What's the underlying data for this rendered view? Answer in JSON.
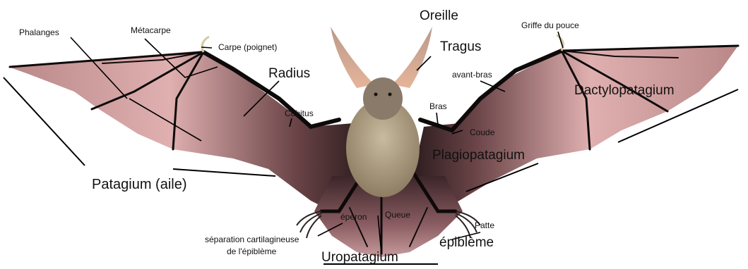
{
  "labels": {
    "phalanges": "Phalanges",
    "metacarpe": "Métacarpe",
    "carpe": "Carpe (poignet)",
    "oreille": "Oreille",
    "tragus": "Tragus",
    "griffe_pouce": "Griffe du pouce",
    "radius": "Radius",
    "avant_bras": "avant-bras",
    "cubitus": "Cubitus",
    "bras": "Bras",
    "dactylopatagium": "Dactylopatagium",
    "coude": "Coude",
    "plagiopatagium": "Plagiopatagium",
    "patagium_aile": "Patagium (aile)",
    "eperon": "éperon",
    "queue": "Queue",
    "patte": "Patte",
    "separation_line1": "séparation cartilagineuse",
    "separation_line2": "de l'épiblème",
    "epibleme": "épiblème",
    "uropatagium": "Uropatagium"
  },
  "colors": {
    "membrane_light": "#d9a5a5",
    "membrane_dark": "#3a2426",
    "bone": "#0e0a0a",
    "fur": "#a99a80",
    "ear": "#c9a18c"
  }
}
